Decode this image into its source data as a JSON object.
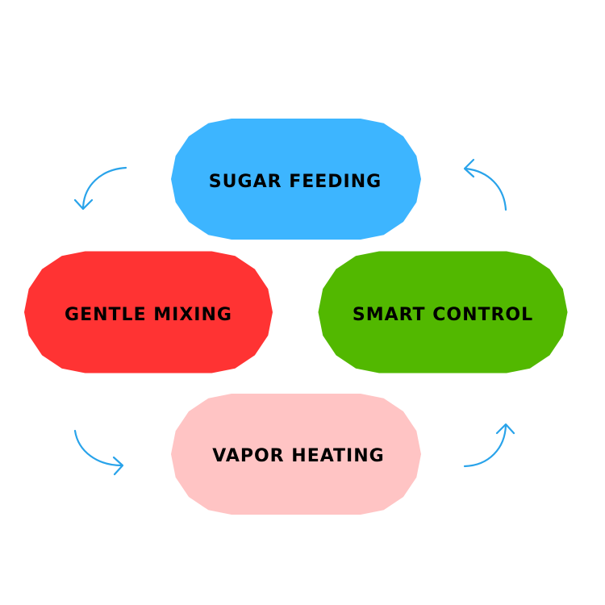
{
  "diagram": {
    "type": "cycle",
    "nodes": [
      {
        "id": "sugar-feeding",
        "label": "SUGAR FEEDING",
        "color": "#3db5ff"
      },
      {
        "id": "smart-control",
        "label": "SMART CONTROL",
        "color": "#52b800"
      },
      {
        "id": "vapor-heating",
        "label": "VAPOR HEATING",
        "color": "#ffc4c4"
      },
      {
        "id": "gentle-mixing",
        "label": "GENTLE MIXING",
        "color": "#ff3333"
      }
    ],
    "arrow_color": "#29a3ea",
    "flow_direction": "counter-clockwise",
    "edges": [
      {
        "from": "sugar-feeding",
        "to": "gentle-mixing"
      },
      {
        "from": "gentle-mixing",
        "to": "vapor-heating"
      },
      {
        "from": "vapor-heating",
        "to": "smart-control"
      },
      {
        "from": "smart-control",
        "to": "sugar-feeding"
      }
    ]
  }
}
